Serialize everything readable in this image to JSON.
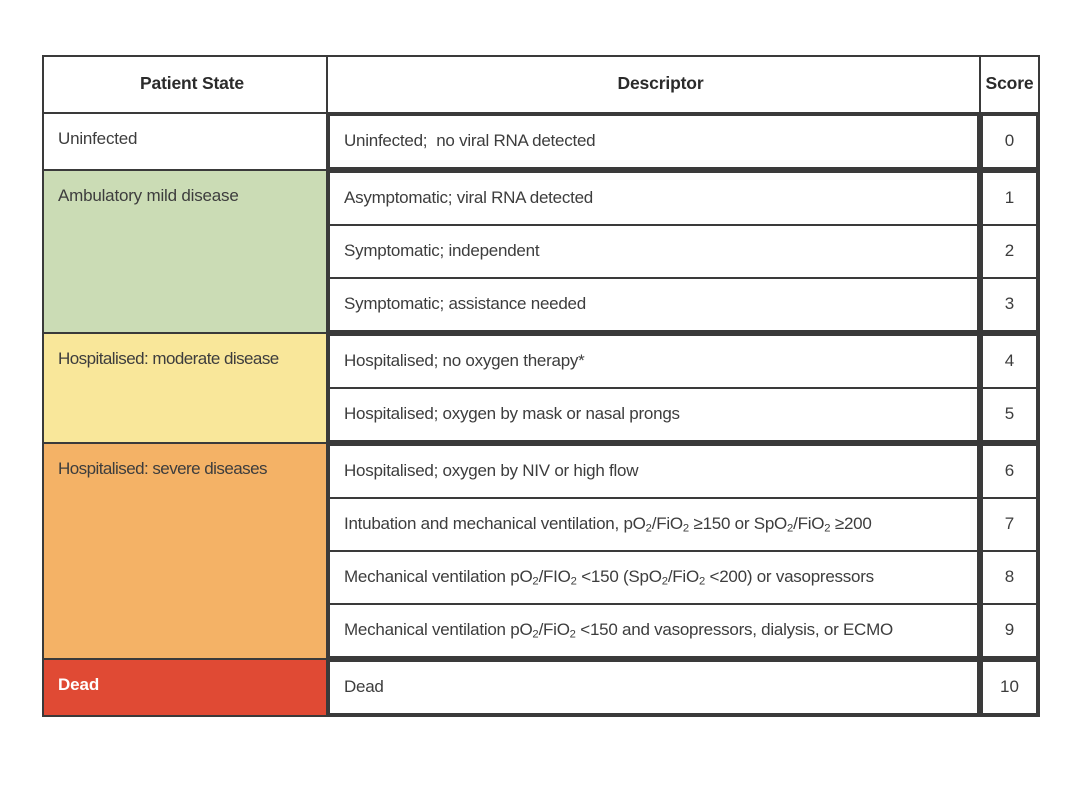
{
  "table": {
    "headers": {
      "state": "Patient State",
      "descriptor": "Descriptor",
      "score": "Score"
    },
    "colors": {
      "uninfected": "#ffffff",
      "mild": "#cbdcb5",
      "moderate": "#f9e79a",
      "severe": "#f4b266",
      "dead": "#e04a34",
      "border": "#3a3a3a",
      "text": "#3d3d3d",
      "dead_text": "#ffffff"
    },
    "groups": [
      {
        "state": "Uninfected",
        "fill": "white",
        "rows": [
          {
            "descriptor": "Uninfected;  no viral RNA detected",
            "score": "0"
          }
        ]
      },
      {
        "state": "Ambulatory mild disease",
        "fill": "green",
        "rows": [
          {
            "descriptor": "Asymptomatic; viral RNA detected",
            "score": "1"
          },
          {
            "descriptor": "Symptomatic; independent",
            "score": "2"
          },
          {
            "descriptor": "Symptomatic; assistance needed",
            "score": "3"
          }
        ]
      },
      {
        "state": "Hospitalised: moderate disease",
        "fill": "yellow",
        "rows": [
          {
            "descriptor": "Hospitalised; no oxygen therapy*",
            "score": "4"
          },
          {
            "descriptor": "Hospitalised; oxygen by mask or nasal prongs",
            "score": "5"
          }
        ]
      },
      {
        "state": "Hospitalised: severe diseases",
        "fill": "orange",
        "rows": [
          {
            "descriptor": "Hospitalised; oxygen by NIV or high flow",
            "score": "6"
          },
          {
            "descriptor": "Intubation and mechanical ventilation, pO2/FiO2 ≥150 or SpO2/FiO2 ≥200",
            "score": "7"
          },
          {
            "descriptor": "Mechanical ventilation pO2/FIO2 <150 (SpO2/FiO2 <200) or vasopressors",
            "score": "8"
          },
          {
            "descriptor": "Mechanical ventilation pO2/FiO2 <150 and vasopressors, dialysis, or ECMO",
            "score": "9"
          }
        ]
      },
      {
        "state": "Dead",
        "fill": "red",
        "rows": [
          {
            "descriptor": "Dead",
            "score": "10"
          }
        ]
      }
    ]
  }
}
